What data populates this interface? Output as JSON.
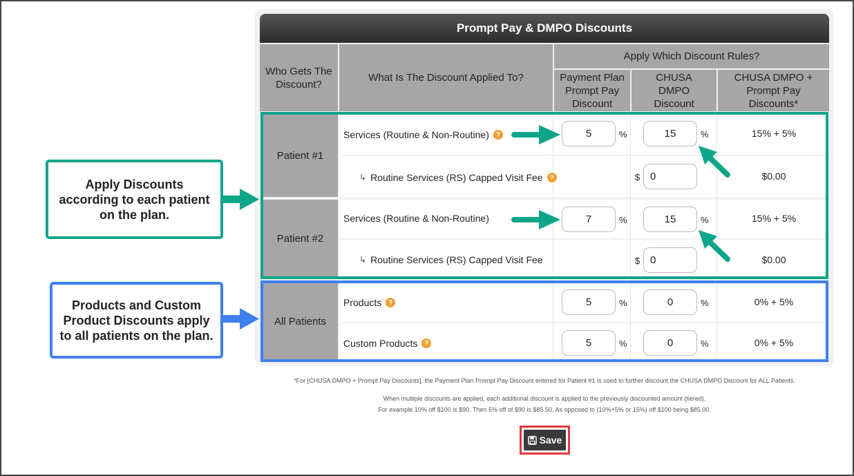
{
  "title": "Prompt Pay & DMPO Discounts",
  "headers": {
    "who": "Who Gets The Discount?",
    "what": "What Is The Discount Applied To?",
    "apply": "Apply Which Discount Rules?",
    "col1": "Payment Plan Prompt Pay Discount",
    "col2": "CHUSA DMPO Discount",
    "col3": "CHUSA DMPO + Prompt Pay Discounts*"
  },
  "groups": {
    "p1": "Patient #1",
    "p2": "Patient #2",
    "all": "All Patients"
  },
  "rows": {
    "p1_services": {
      "label": "Services (Routine & Non-Routine)",
      "pp": "5",
      "dmpo": "15",
      "result": "15% + 5%"
    },
    "p1_rs": {
      "label": "Routine Services (RS) Capped Visit Fee",
      "fee": "0",
      "result": "$0.00"
    },
    "p2_services": {
      "label": "Services (Routine & Non-Routine)",
      "pp": "7",
      "dmpo": "15",
      "result": "15% + 5%"
    },
    "p2_rs": {
      "label": "Routine Services (RS) Capped Visit Fee",
      "fee": "0",
      "result": "$0.00"
    },
    "products": {
      "label": "Products",
      "pp": "5",
      "dmpo": "0",
      "result": "0% + 5%"
    },
    "custom": {
      "label": "Custom Products",
      "pp": "5",
      "dmpo": "0",
      "result": "0% + 5%"
    }
  },
  "units": {
    "percent": "%",
    "dollar": "$",
    "subarrow": "↳",
    "help": "?"
  },
  "callouts": {
    "patient": "Apply Discounts according to each patient on the plan.",
    "products": "Products and Custom Product Discounts apply to all patients on the plan."
  },
  "notes": {
    "footnote": "*For [CHUSA DMPO + Prompt Pay Discounts], the Payment Plan Prompt Pay Discount entered for Patient #1 is used to further discount the CHUSA DMPO Discount for ALL Patients.",
    "tiered1": "When multiple discounts are applied, each additional discount is applied to the previously discounted amount (tiered).",
    "tiered2": "For example 10% off $100 is $90. Then 5% off of $90 is $85.50. As opposed to (10%+5% or 15%) off $100 being $85.00."
  },
  "save_label": "Save",
  "colors": {
    "teal": "#0fa58a",
    "blue": "#3f80f0",
    "red": "#e53935",
    "help": "#f0a030"
  },
  "icons": {
    "save": "floppy-disk-icon",
    "help": "question-circle-icon"
  }
}
